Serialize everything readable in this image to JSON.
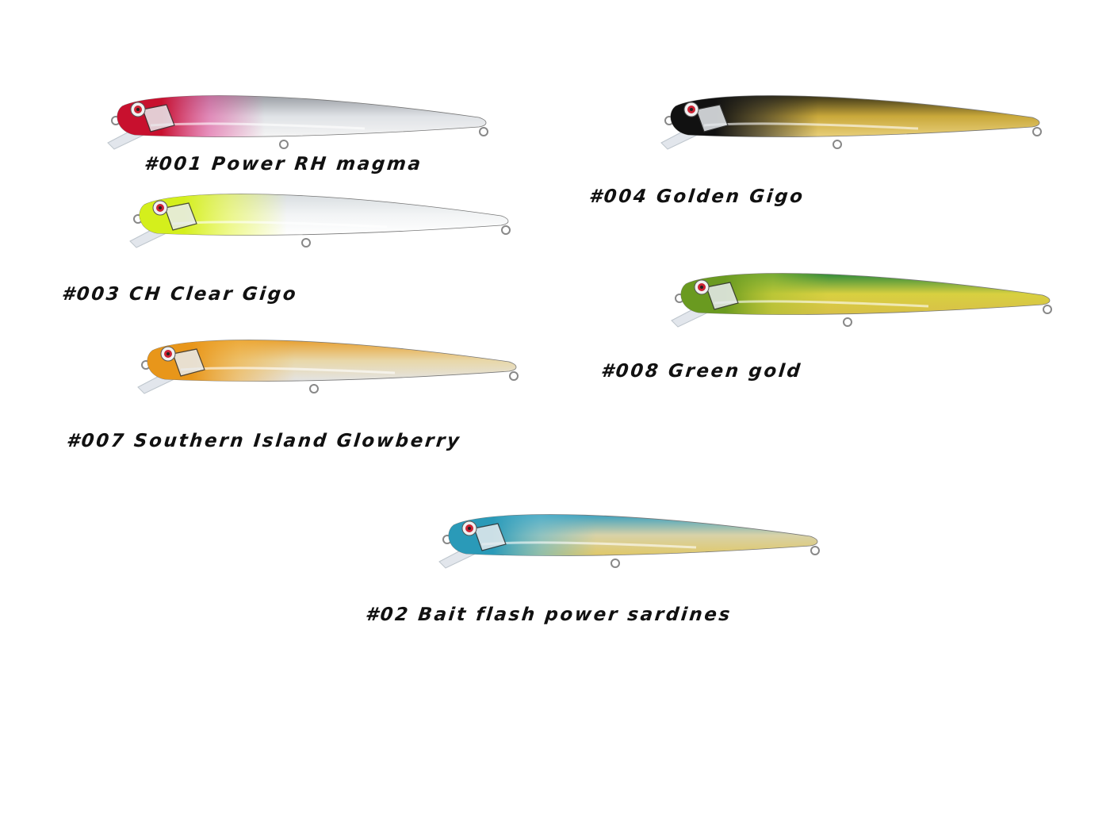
{
  "products": [
    {
      "id": "001",
      "label": "#001 Power RH magma",
      "colors": {
        "head": "#c8102e",
        "top": "#9a9ea4",
        "mid": "#dfe2e6",
        "belly": "#f4f4f4",
        "head2": "#e0509a"
      }
    },
    {
      "id": "003",
      "label": "#003 CH Clear Gigo",
      "colors": {
        "head": "#d4ef1c",
        "top": "#d8dde0",
        "mid": "#f2f4f5",
        "belly": "#ffffff",
        "head2": "#e6f74a"
      }
    },
    {
      "id": "007",
      "label": "#007 Southern Island Glowberry",
      "colors": {
        "head": "#e8961a",
        "top": "#e8a030",
        "mid": "#e8d7a8",
        "belly": "#e4e4e4",
        "head2": "#f0b040"
      }
    },
    {
      "id": "004",
      "label": "#004 Golden Gigo",
      "colors": {
        "head": "#111111",
        "top": "#3a3418",
        "mid": "#c9a83a",
        "belly": "#e8cf7a",
        "head2": "#222222"
      }
    },
    {
      "id": "008",
      "label": "#008 Green gold",
      "colors": {
        "head": "#6a9a20",
        "top": "#2c8a3a",
        "mid": "#d8d040",
        "belly": "#d8c048",
        "head2": "#a8c030"
      }
    },
    {
      "id": "02",
      "label": "#02 Bait flash power sardines",
      "colors": {
        "head": "#2a9ab8",
        "top": "#3aa0c0",
        "mid": "#d8d2a8",
        "belly": "#e0c868",
        "head2": "#60b8d0"
      }
    }
  ]
}
